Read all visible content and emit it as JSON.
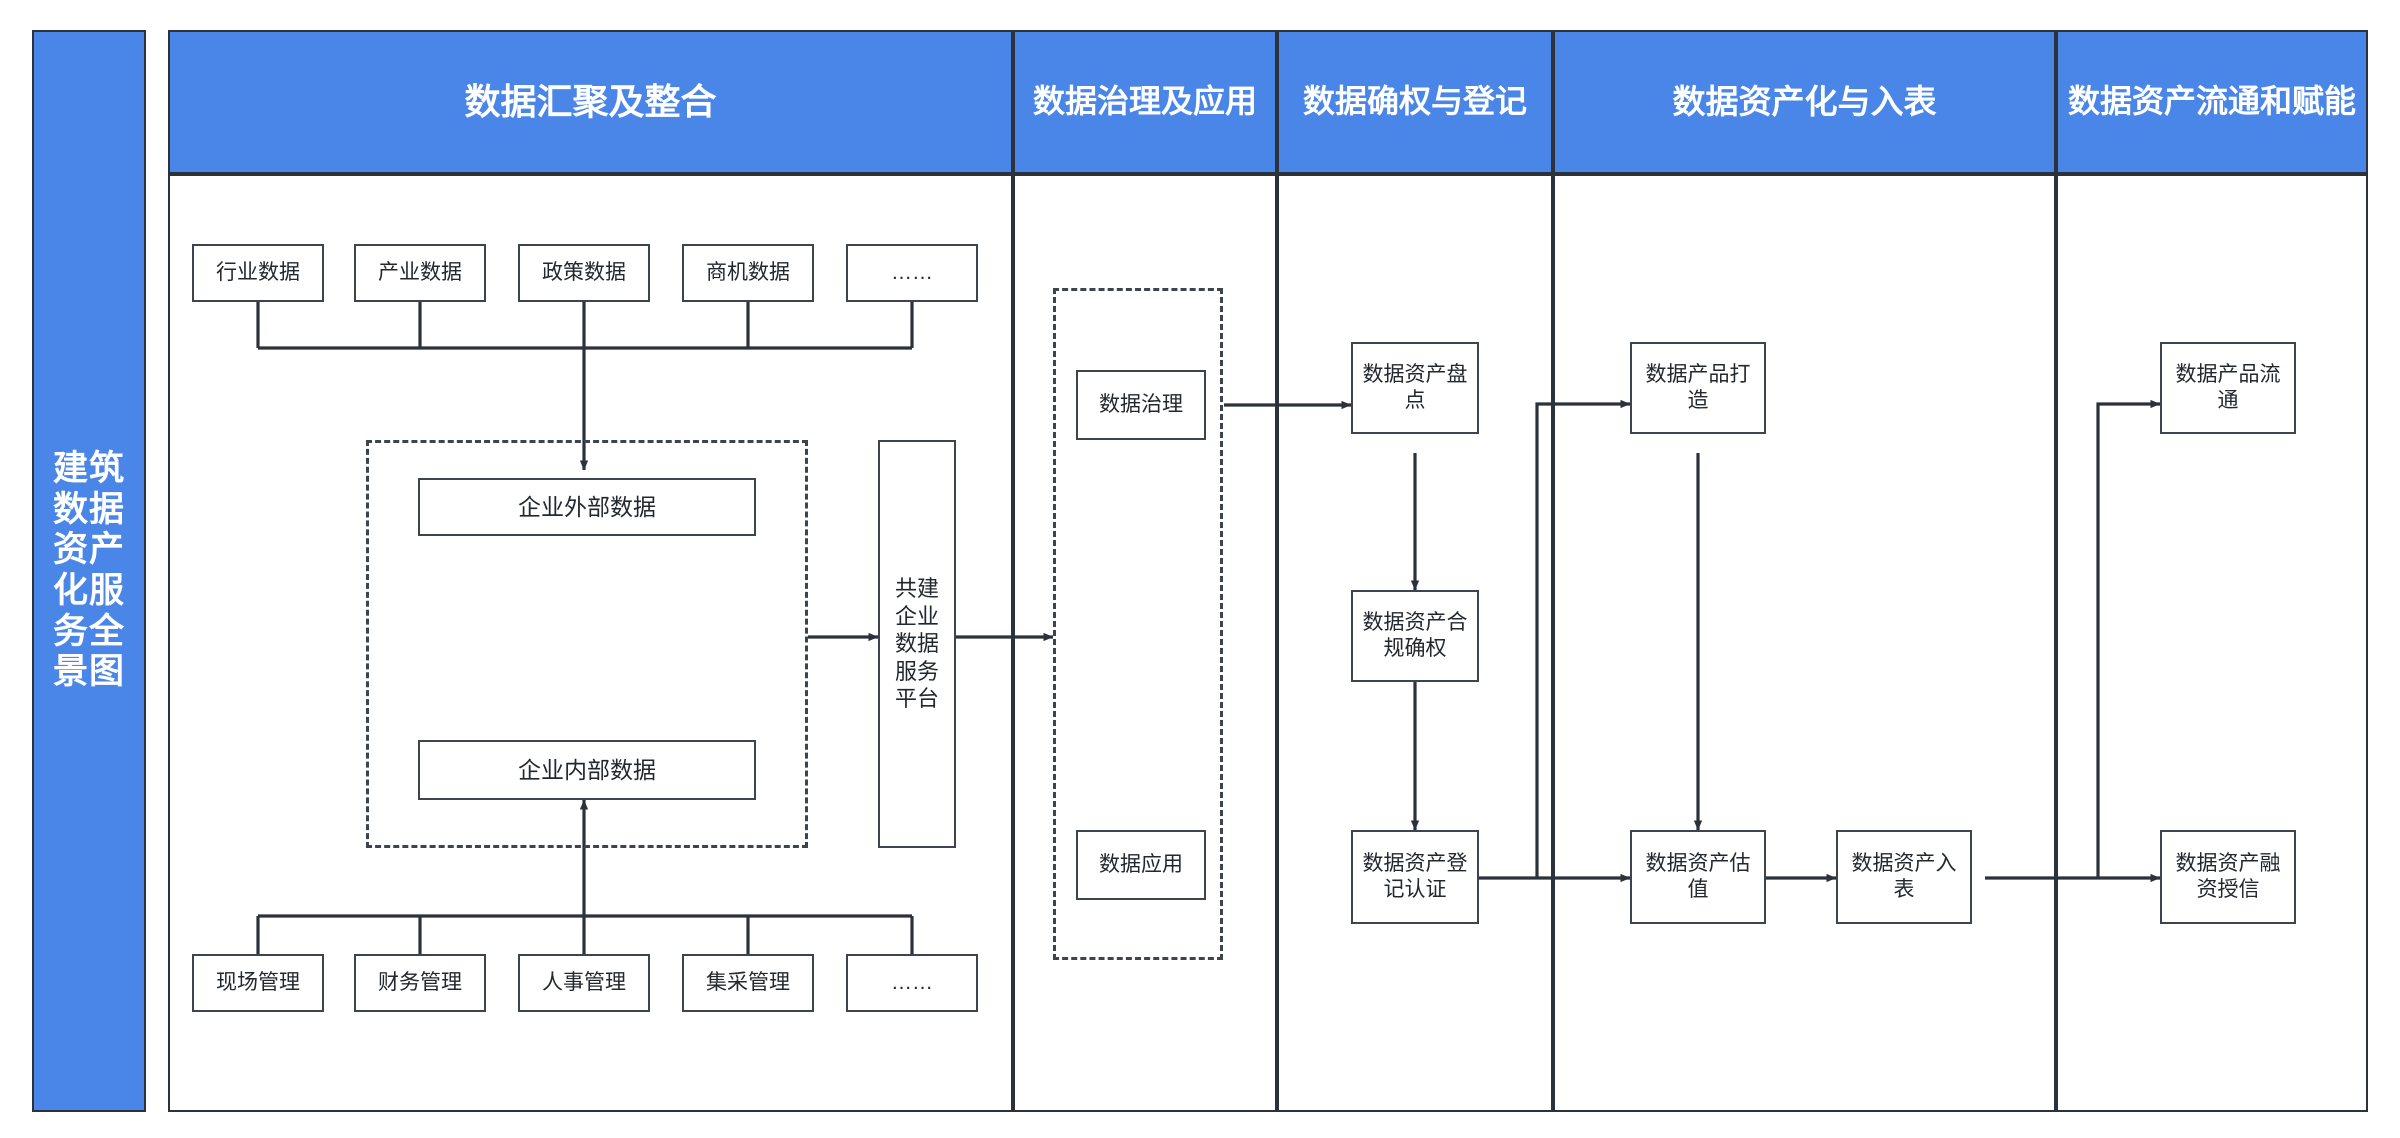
{
  "banner": {
    "name": "side-banner",
    "lines": [
      "建筑",
      "数据",
      "资产",
      "化服",
      "务全",
      "景图"
    ],
    "text": "建筑数据资产化服务全景图",
    "bg": "#4a86e8",
    "color": "#ffffff"
  },
  "columns": [
    {
      "id": "col-aggregation",
      "title": "数据汇聚及整合"
    },
    {
      "id": "col-governance",
      "title": "数据治理及应用"
    },
    {
      "id": "col-rights",
      "title": "数据确权与登记"
    },
    {
      "id": "col-assetization",
      "title": "数据资产化与入表"
    },
    {
      "id": "col-circulation",
      "title": "数据资产流通和赋能"
    }
  ],
  "aggregation": {
    "external_sources": [
      {
        "label": "行业数据"
      },
      {
        "label": "产业数据"
      },
      {
        "label": "政策数据"
      },
      {
        "label": "商机数据"
      },
      {
        "label": "……"
      }
    ],
    "internal_sources": [
      {
        "label": "现场管理"
      },
      {
        "label": "财务管理"
      },
      {
        "label": "人事管理"
      },
      {
        "label": "集采管理"
      },
      {
        "label": "……"
      }
    ],
    "external_data_box": "企业外部数据",
    "internal_data_box": "企业内部数据",
    "platform": {
      "text": "共建企业数据服务平台",
      "lines": [
        "共建",
        "企业",
        "数据",
        "服务",
        "平台"
      ]
    }
  },
  "governance": {
    "items": [
      {
        "label": "数据治理"
      },
      {
        "label": "数据应用"
      }
    ]
  },
  "rights": {
    "items": [
      {
        "label": "数据资产盘点"
      },
      {
        "label": "数据资产合规确权"
      },
      {
        "label": "数据资产登记认证"
      }
    ]
  },
  "assetization": {
    "items": [
      {
        "label": "数据产品打造"
      },
      {
        "label": "数据资产估值"
      },
      {
        "label": "数据资产入表"
      }
    ]
  },
  "circulation": {
    "items": [
      {
        "label": "数据产品流通"
      },
      {
        "label": "数据资产融资授信"
      }
    ]
  },
  "style": {
    "header_bg": "#4a86e8",
    "header_text": "#ffffff",
    "node_border": "#3d4450",
    "frame_border": "#2b323b",
    "wire": "#2b323b",
    "page_bg": "#ffffff"
  }
}
